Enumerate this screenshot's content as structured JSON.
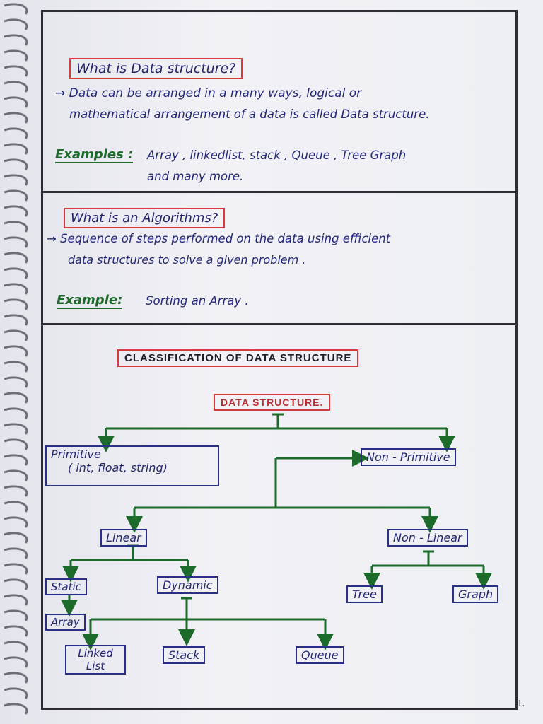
{
  "section1": {
    "heading": "What is Data structure?",
    "definition_line1": "→ Data can be arranged in a many ways, logical or",
    "definition_line2": "mathematical arrangement of a data is called Data structure.",
    "examples_label": "Examples :",
    "examples_line1": "Array , linkedlist, stack , Queue , Tree Graph",
    "examples_line2": "and many more."
  },
  "section2": {
    "heading": "What is an Algorithms?",
    "definition_line1": "→ Sequence of steps performed on the data using efficient",
    "definition_line2": "data structures to solve a given problem .",
    "example_label": "Example:",
    "example_text": "Sorting an Array ."
  },
  "section3": {
    "title": "CLASSIFICATION OF DATA STRUCTURE",
    "root": "DATA STRUCTURE.",
    "primitive_line1": "Primitive",
    "primitive_line2": "( int, float, string)",
    "non_primitive": "Non - Primitive",
    "linear": "Linear",
    "non_linear": "Non - Linear",
    "static": "Static",
    "dynamic": "Dynamic",
    "tree": "Tree",
    "graph": "Graph",
    "array": "Array",
    "linked_list_line1": "Linked",
    "linked_list_line2": "List",
    "stack": "Stack",
    "queue": "Queue"
  },
  "page_number": "1.",
  "colors": {
    "ink_blue": "#23277a",
    "ink_green": "#1d6b2a",
    "box_red": "#d63b3b",
    "frame": "#2d2d33"
  }
}
